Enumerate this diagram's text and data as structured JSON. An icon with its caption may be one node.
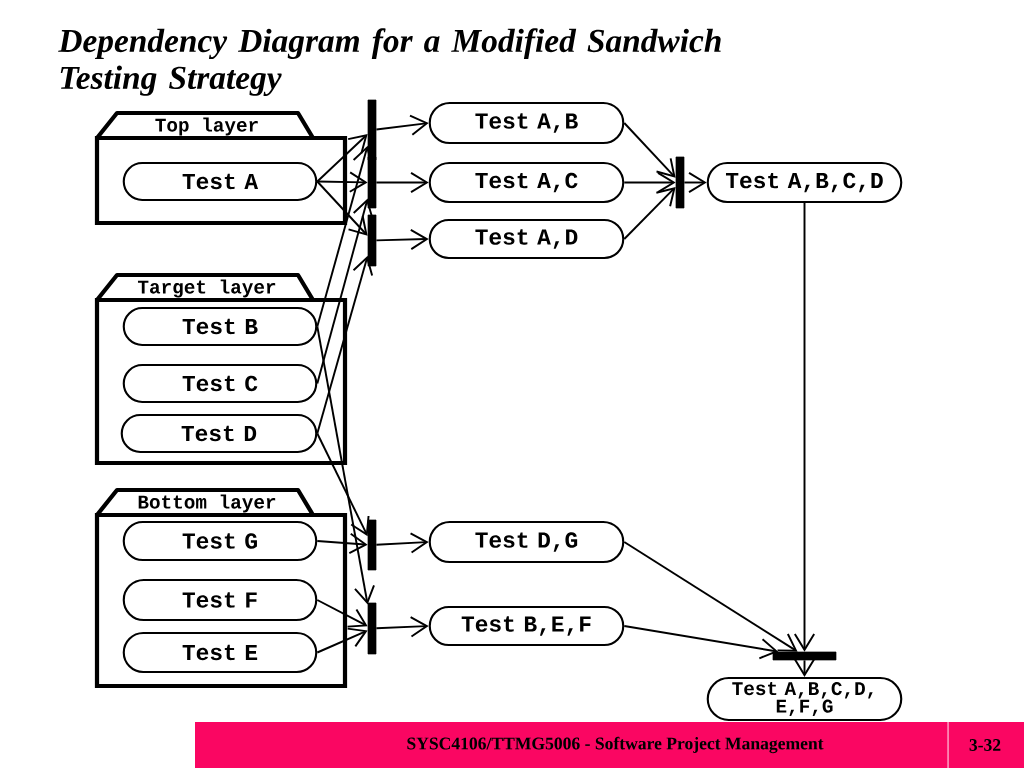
{
  "diagram": {
    "title": "Dependency Diagram for a Modified Sandwich Testing Strategy",
    "nodes": [
      {
        "text": [
          "Top layer"
        ]
      },
      {
        "text": [
          "Test A"
        ],
        "in": 0
      },
      {
        "text": [
          "Target layer"
        ]
      },
      {
        "text": [
          "Test B"
        ],
        "in": 2
      },
      {
        "text": [
          "Test C"
        ],
        "in": 2
      },
      {
        "text": [
          "Test D"
        ],
        "in": 2
      },
      {
        "text": [
          "Bottom layer"
        ]
      },
      {
        "text": [
          "Test G"
        ],
        "in": 6
      },
      {
        "text": [
          "Test F"
        ],
        "in": 6
      },
      {
        "text": [
          "Test E"
        ],
        "in": 6
      },
      {
        "text": [],
        "shape": "bar"
      },
      {
        "text": [],
        "shape": "bar"
      },
      {
        "text": [],
        "shape": "bar"
      },
      {
        "text": [],
        "shape": "bar"
      },
      {
        "text": [],
        "shape": "bar"
      },
      {
        "text": [],
        "shape": "bar"
      },
      {
        "text": [],
        "shape": "bar"
      },
      {
        "text": [
          "Test A,B"
        ]
      },
      {
        "text": [
          "Test A,C"
        ]
      },
      {
        "text": [
          "Test A,D"
        ]
      },
      {
        "text": [
          "Test D,G"
        ]
      },
      {
        "text": [
          "Test B,E,F"
        ]
      },
      {
        "text": [
          "Test A,B,C,D"
        ]
      },
      {
        "text": [
          "Test A,B,C,D, E,F,G"
        ]
      }
    ],
    "edges": [
      {
        "from": 1,
        "to": 10,
        "arrow": "to"
      },
      {
        "from": 1,
        "to": 11,
        "arrow": "to"
      },
      {
        "from": 1,
        "to": 12,
        "arrow": "to"
      },
      {
        "from": 3,
        "to": 10,
        "arrow": "to"
      },
      {
        "from": 4,
        "to": 11,
        "arrow": "to"
      },
      {
        "from": 5,
        "to": 12,
        "arrow": "to"
      },
      {
        "from": 5,
        "to": 13,
        "arrow": "to"
      },
      {
        "from": 3,
        "to": 14,
        "arrow": "to"
      },
      {
        "from": 7,
        "to": 13,
        "arrow": "to"
      },
      {
        "from": 8,
        "to": 14,
        "arrow": "to"
      },
      {
        "from": 9,
        "to": 14,
        "arrow": "to"
      },
      {
        "from": 10,
        "to": 17,
        "arrow": "to"
      },
      {
        "from": 11,
        "to": 18,
        "arrow": "to"
      },
      {
        "from": 12,
        "to": 19,
        "arrow": "to"
      },
      {
        "from": 13,
        "to": 20,
        "arrow": "to"
      },
      {
        "from": 14,
        "to": 21,
        "arrow": "to"
      },
      {
        "from": 17,
        "to": 15,
        "arrow": "to"
      },
      {
        "from": 18,
        "to": 15,
        "arrow": "to"
      },
      {
        "from": 19,
        "to": 15,
        "arrow": "to"
      },
      {
        "from": 15,
        "to": 22,
        "arrow": "to"
      },
      {
        "from": 22,
        "to": 16,
        "arrow": "to"
      },
      {
        "from": 20,
        "to": 16,
        "arrow": "to"
      },
      {
        "from": 21,
        "to": 16,
        "arrow": "to"
      },
      {
        "from": 16,
        "to": 23,
        "arrow": "to"
      }
    ],
    "labels": [
      "SYSC4106/TTMG5006 - Software Project Management",
      "3-32"
    ]
  }
}
